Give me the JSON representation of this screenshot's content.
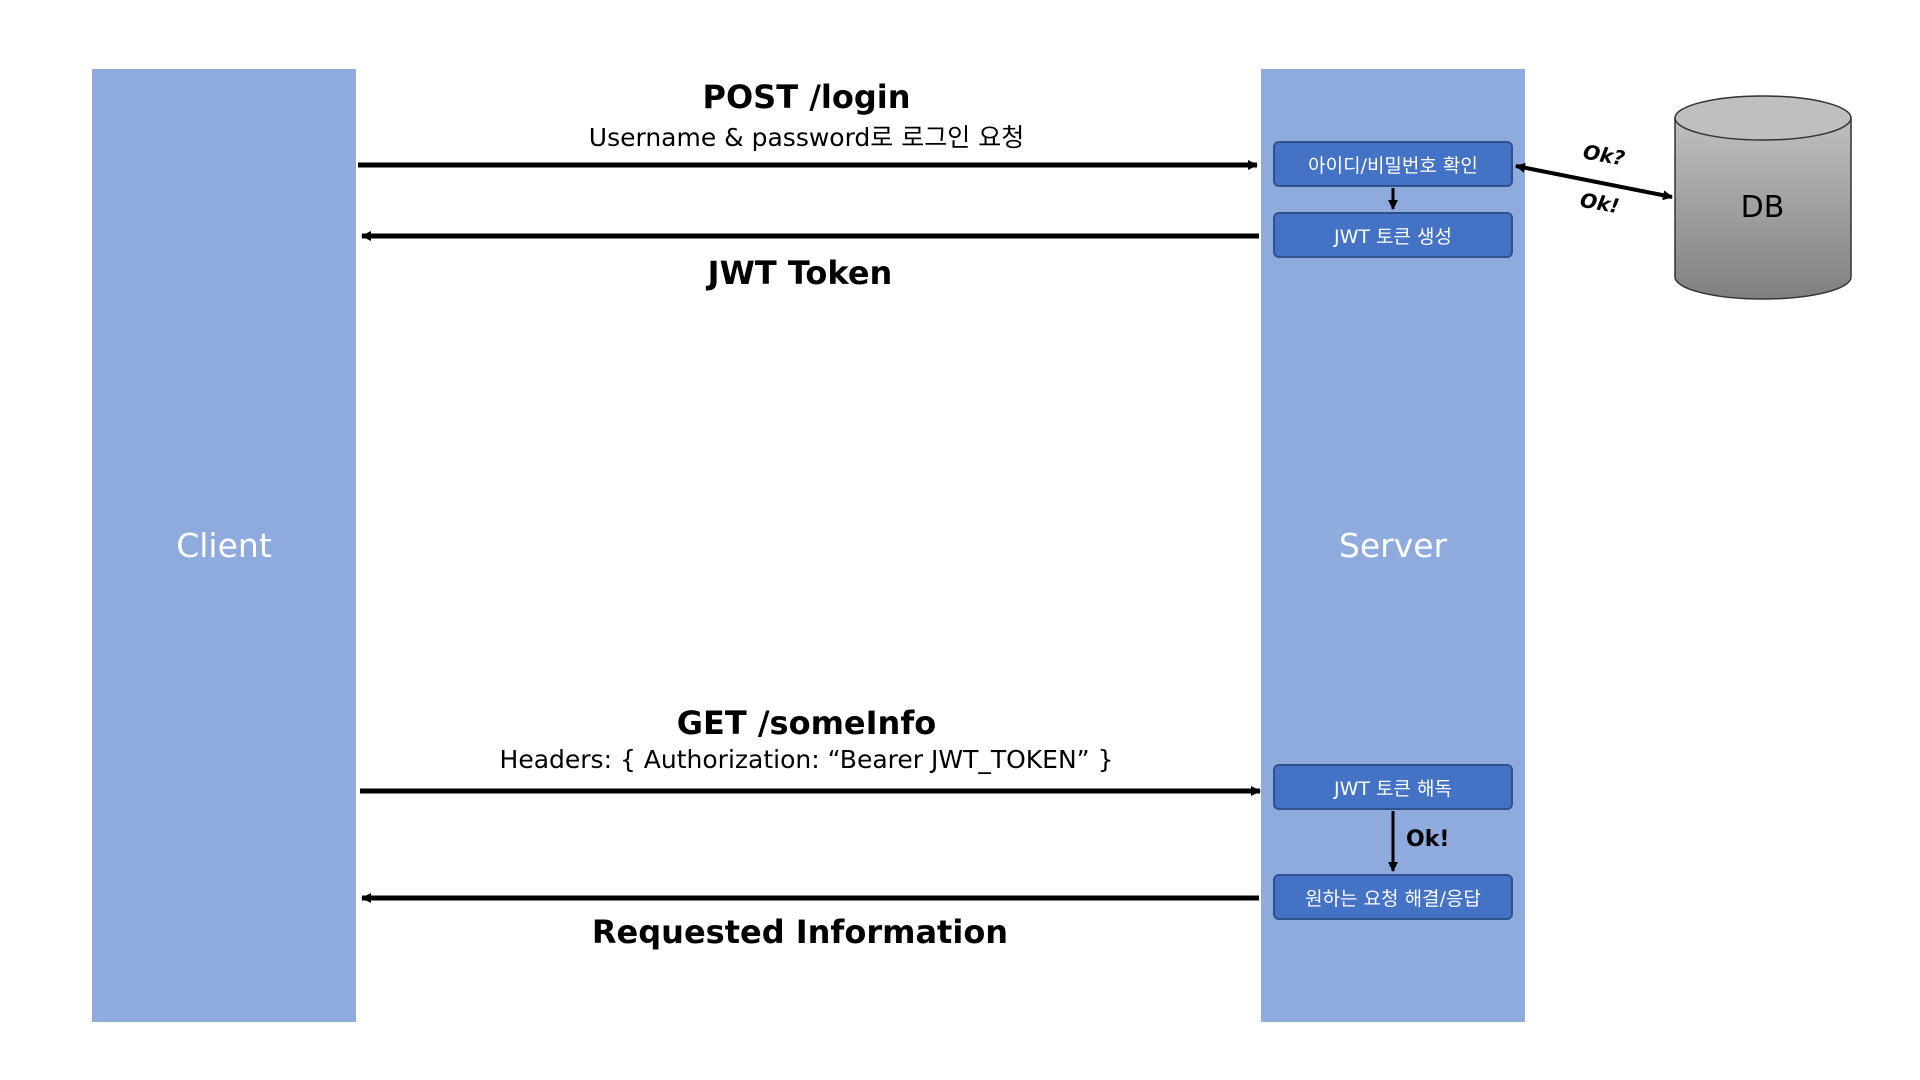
{
  "lanes": {
    "client": "Client",
    "server": "Server"
  },
  "messages": {
    "login_title": "POST /login",
    "login_sub": "Username & password로 로그인 요청",
    "token_title": "JWT Token",
    "get_title": "GET /someInfo",
    "get_sub": "Headers: { Authorization: “Bearer JWT_TOKEN” }",
    "info_title": "Requested Information"
  },
  "steps": {
    "verify": "아이디/비밀번호 확인",
    "create": "JWT 토큰 생성",
    "decode": "JWT 토큰 해독",
    "respond": "원하는 요청 해결/응답"
  },
  "db": {
    "label": "DB",
    "ok_question": "Ok?",
    "ok_answer": "Ok!"
  },
  "decode_ok": "Ok!",
  "colors": {
    "lane": "#8faadc",
    "step_box": "#4472c4",
    "step_border": "#2f528f",
    "arrow": "#000000",
    "db_fill": "#a6a6a6"
  }
}
